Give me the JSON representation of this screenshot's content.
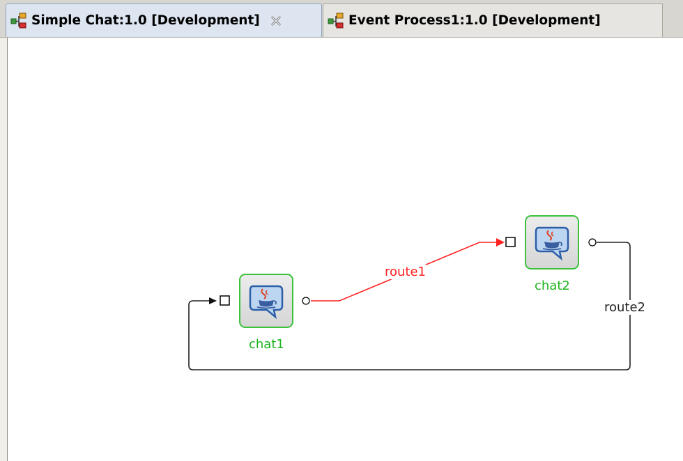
{
  "tabs": [
    {
      "label": "Simple Chat:1.0 [Development]",
      "active": true,
      "icon": "process-diagram-icon",
      "closable": true
    },
    {
      "label": "Event Process1:1.0 [Development]",
      "active": false,
      "icon": "process-diagram-icon"
    }
  ],
  "diagram": {
    "nodes": [
      {
        "id": "chat1",
        "label": "chat1",
        "icon": "java-coffee-icon"
      },
      {
        "id": "chat2",
        "label": "chat2",
        "icon": "java-coffee-icon"
      }
    ],
    "routes": [
      {
        "id": "route1",
        "label": "route1",
        "from": "chat1",
        "to": "chat2",
        "selected": true
      },
      {
        "id": "route2",
        "label": "route2",
        "from": "chat2",
        "to": "chat1",
        "selected": false
      }
    ]
  },
  "colors": {
    "node_border": "#3cc23c",
    "node_label": "#1db31d",
    "route_selected": "#ff2020",
    "route_default": "#222222"
  }
}
